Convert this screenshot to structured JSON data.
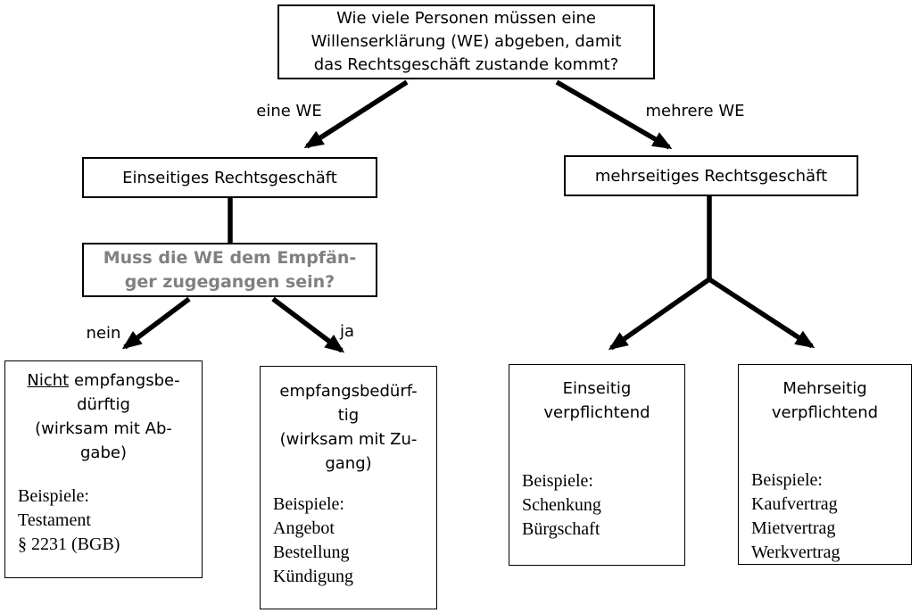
{
  "title_box": {
    "lines": [
      "Wie viele Personen müssen eine",
      "Willenserklärung (WE) abgeben, damit",
      "das Rechtsgeschäft zustande kommt?"
    ]
  },
  "edge_labels": {
    "eine_we": "eine WE",
    "mehrere_we": "mehrere WE",
    "nein": "nein",
    "ja": "ja"
  },
  "level2": {
    "left": "Einseitiges Rechtsgeschäft",
    "right": "mehrseitiges Rechtsgeschäft"
  },
  "question2": {
    "lines": [
      "Muss die WE dem Empfän-",
      "ger zugegangen sein?"
    ],
    "text_color": "#808080"
  },
  "leaves": [
    {
      "heading_underlined": "Nicht",
      "heading": [
        " empfangsbe-",
        "dürftig",
        "(wirksam mit Ab-",
        "gabe)"
      ],
      "examples": [
        "Beispiele:",
        "Testament",
        "§ 2231 (BGB)"
      ]
    },
    {
      "heading": [
        "empfangsbedürf-",
        "tig",
        "(wirksam mit Zu-",
        "gang)"
      ],
      "examples": [
        "Beispiele:",
        "Angebot",
        "Bestellung",
        "Kündigung"
      ]
    },
    {
      "heading": [
        "Einseitig",
        "verpflichtend"
      ],
      "examples": [
        "Beispiele:",
        "Schenkung",
        "Bürgschaft"
      ]
    },
    {
      "heading": [
        "Mehrseitig",
        "verpflichtend"
      ],
      "examples": [
        "Beispiele:",
        "Kaufvertrag",
        "Mietvertrag",
        "Werkvertrag"
      ]
    }
  ],
  "colors": {
    "ink": "#000000",
    "gray_question_text": "#808080",
    "background": "#ffffff"
  }
}
